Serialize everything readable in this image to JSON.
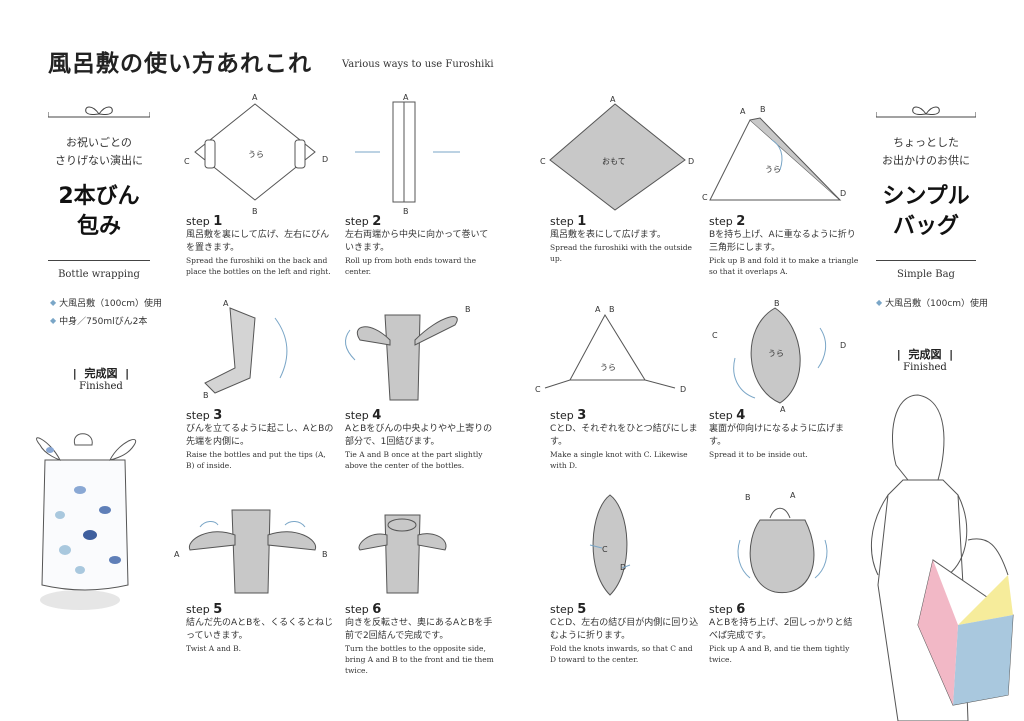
{
  "header": {
    "title": "風呂敷の使い方あれこれ",
    "subtitle": "Various ways to use Furoshiki"
  },
  "left": {
    "intro_line1": "お祝いごとの",
    "intro_line2": "さりげない演出に",
    "big_line1": "2本びん",
    "big_line2": "包み",
    "en_name": "Bottle wrapping",
    "bullets": [
      "大風呂敷（100cm）使用",
      "中身／750mlびん2本"
    ],
    "finished_jp": "完成図",
    "finished_en": "Finished",
    "steps": [
      {
        "num": "1",
        "jp": "風呂敷を裏にして広げ、左右にびんを置きます。",
        "en": "Spread the furoshiki on the back and place the bottles on the left and right."
      },
      {
        "num": "2",
        "jp": "左右両端から中央に向かって巻いていきます。",
        "en": "Roll up from both ends toward the center."
      },
      {
        "num": "3",
        "jp": "びんを立てるように起こし、AとBの先端を内側に。",
        "en": "Raise the bottles and put the tips (A, B) of inside."
      },
      {
        "num": "4",
        "jp": "AとBをびんの中央よりやや上寄りの部分で、1回結びます。",
        "en": "Tie A and B once at the part slightly above the center of the bottles."
      },
      {
        "num": "5",
        "jp": "結んだ先のAとBを、くるくるとねじっていきます。",
        "en": "Twist A and B."
      },
      {
        "num": "6",
        "jp": "向きを反転させ、奥にあるAとBを手前で2回結んで完成です。",
        "en": "Turn the bottles to the opposite side, bring A and B to the front and tie them twice."
      }
    ]
  },
  "right": {
    "intro_line1": "ちょっとした",
    "intro_line2": "お出かけのお供に",
    "big_line1": "シンプル",
    "big_line2": "バッグ",
    "en_name": "Simple Bag",
    "bullets": [
      "大風呂敷（100cm）使用"
    ],
    "finished_jp": "完成図",
    "finished_en": "Finished",
    "steps": [
      {
        "num": "1",
        "jp": "風呂敷を表にして広げます。",
        "en": "Spread the furoshiki with the outside up."
      },
      {
        "num": "2",
        "jp": "Bを持ち上げ、Aに重なるように折り三角形にします。",
        "en": "Pick up B and fold it to make a triangle so that it overlaps A."
      },
      {
        "num": "3",
        "jp": "CとD、それぞれをひとつ結びにします。",
        "en": "Make a single knot with C. Likewise with D."
      },
      {
        "num": "4",
        "jp": "裏面が仰向けになるように広げます。",
        "en": "Spread it to be inside out."
      },
      {
        "num": "5",
        "jp": "CとD、左右の結び目が内側に回り込むように折ります。",
        "en": "Fold the knots inwards, so that C and D toward to the center."
      },
      {
        "num": "6",
        "jp": "AとBを持ち上げ、2回しっかりと結べば完成です。",
        "en": "Pick up A and B, and tie them tightly twice."
      }
    ]
  },
  "diagram_labels": {
    "step_word": "step",
    "ura": "うら",
    "omote": "おもて",
    "a": "A",
    "b": "B",
    "c": "C",
    "d": "D"
  },
  "colors": {
    "accent_blue": "#7aa6c7",
    "cloth_gray": "#c8c8c8",
    "bag_pink": "#f2b8c6",
    "bag_yellow": "#f6ec9b",
    "bag_blue": "#a9c8de"
  }
}
